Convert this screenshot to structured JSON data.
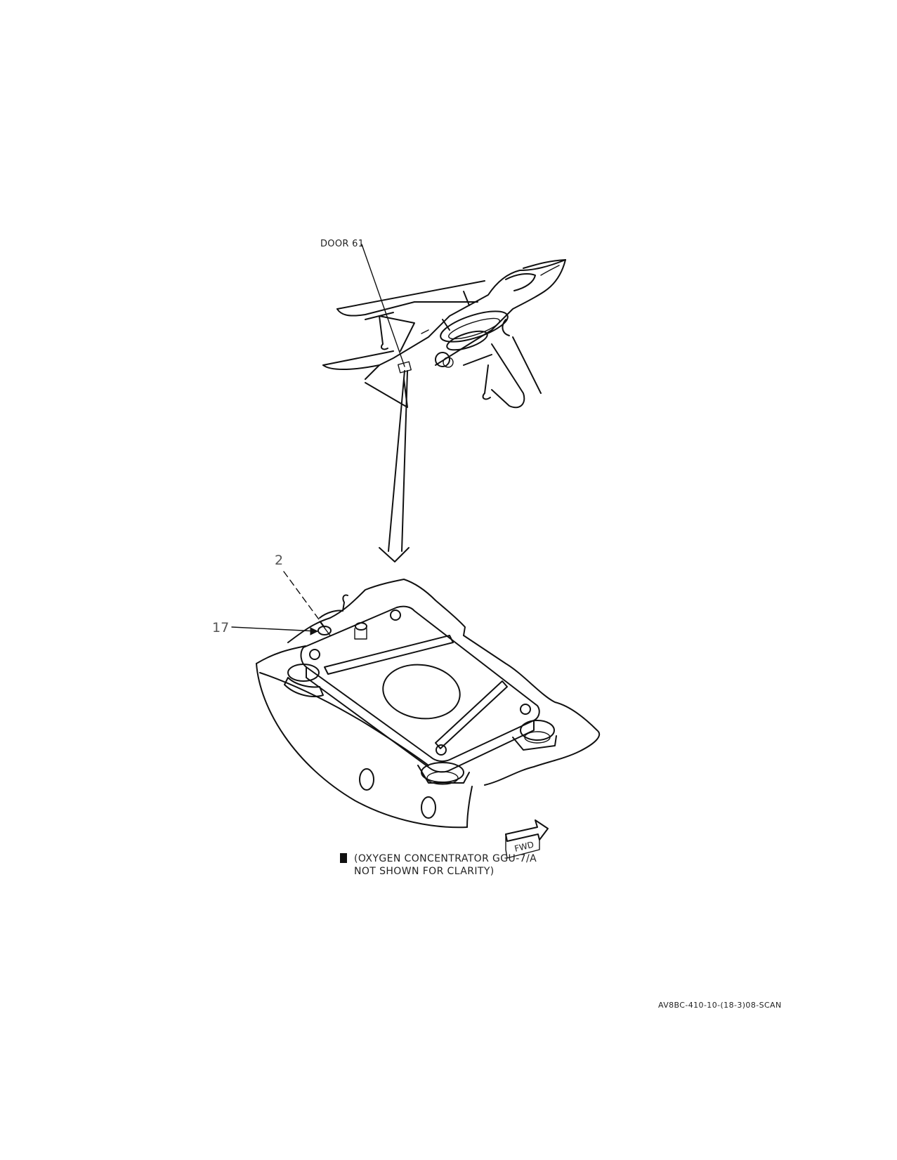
{
  "callouts": {
    "door": "DOOR 61",
    "item_2": "2",
    "item_17": "17"
  },
  "fwd_arrow": {
    "label": "FWD"
  },
  "note": {
    "line1": "(OXYGEN CONCENTRATOR GGU-7/A",
    "line2": "NOT SHOWN FOR CLARITY)"
  },
  "figure_code": "AV8BC-410-10-(18-3)08-SCAN",
  "colors": {
    "ink": "#111111",
    "paper": "#ffffff"
  }
}
